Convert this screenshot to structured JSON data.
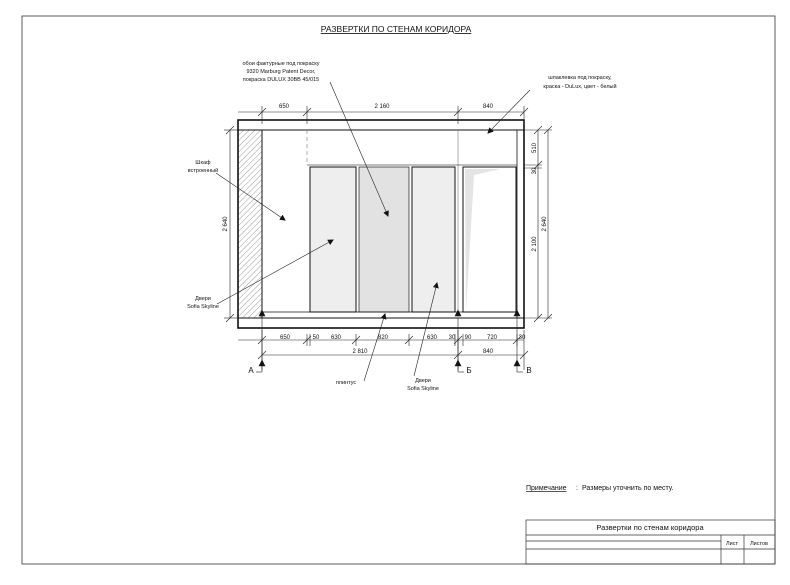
{
  "sheet_title": "РАЗВЕРТКИ ПО СТЕНАМ КОРИДОРА",
  "callouts": {
    "wallpaper": [
      "обои фактурные под покраску",
      "9320 Marburg Patent Decor,",
      "покраска DULUX 30BB 45/015"
    ],
    "putty": [
      "шпаклевка под покраску,",
      "краска - DuLux, цвет - белый"
    ],
    "wardrobe": [
      "Шкаф",
      "встроенный"
    ],
    "doors_left": [
      "Двери",
      "Sofia Skyline"
    ],
    "plinth": [
      "плинтус"
    ],
    "doors_bottom": [
      "Двери",
      "Sofia Skyline"
    ]
  },
  "dimensions": {
    "top": [
      "650",
      "2 160",
      "840"
    ],
    "bottom_row1": [
      "650",
      "50",
      "630",
      "820",
      "630",
      "30",
      "90",
      "720",
      "30"
    ],
    "bottom_total": "2 810",
    "bottom_right": "840",
    "left_height": "2 640",
    "right_small_top": "510",
    "right_small_30": "30",
    "right_door": "2 100",
    "right_total": "2 640"
  },
  "axes": [
    "А",
    "Б",
    "В"
  ],
  "remark": {
    "label": "Примечание",
    "text": "Размеры уточнить по месту."
  },
  "stamp": {
    "title": "Развертки по стенам коридора",
    "sheet": "Лист",
    "sheets": "Листов"
  }
}
